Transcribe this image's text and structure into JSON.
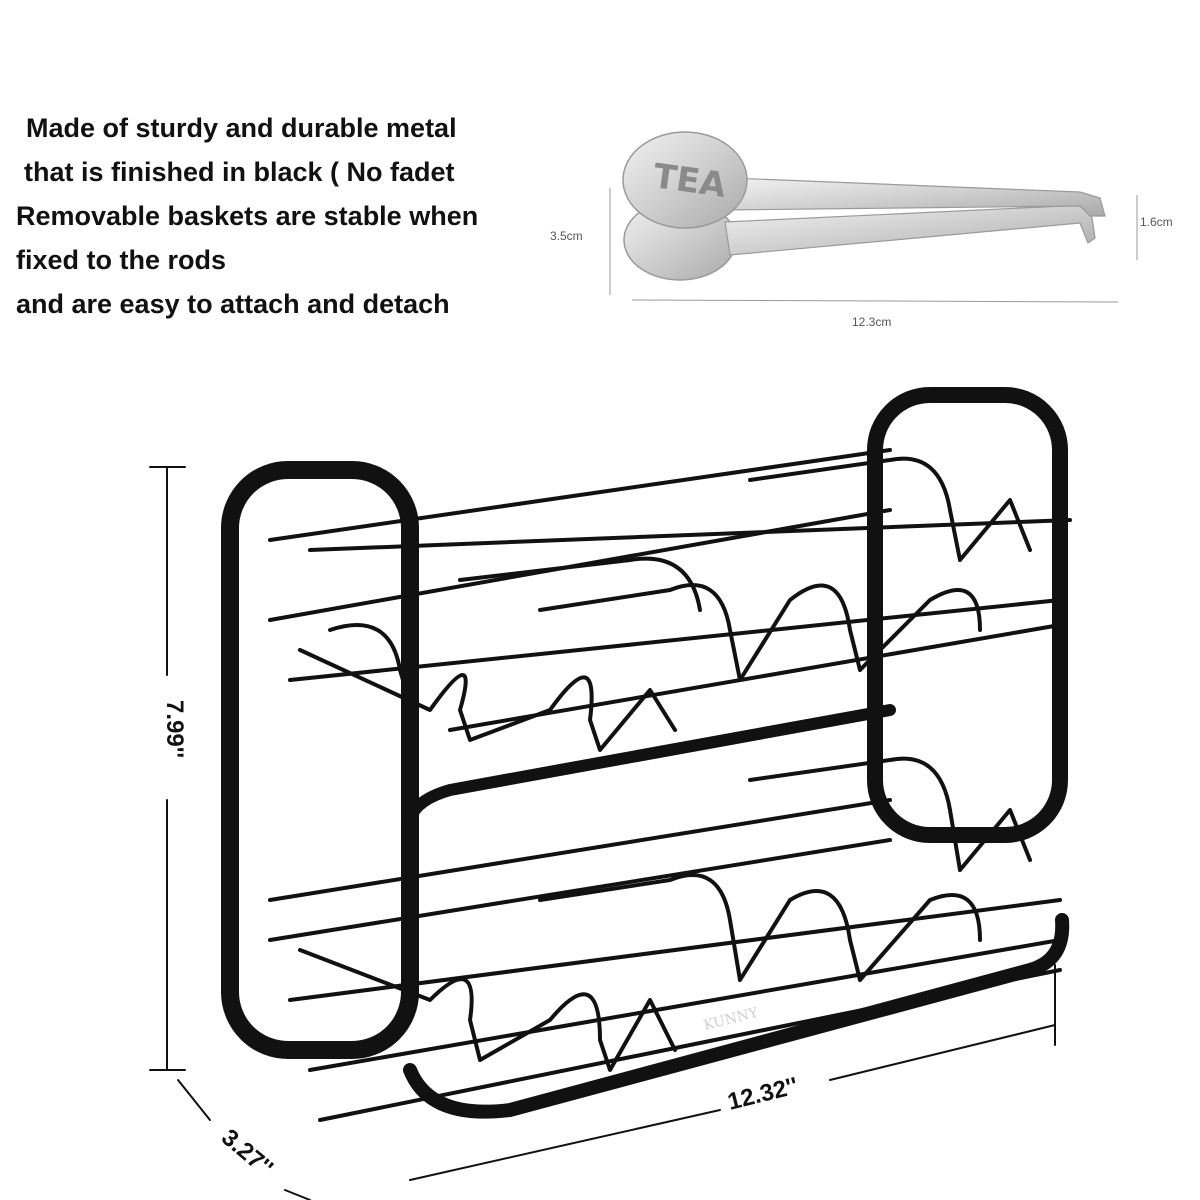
{
  "description": {
    "lines": [
      "Made of sturdy and durable metal",
      "that is finished in black ( No fadet",
      "Removable baskets are stable when",
      "fixed to the rods",
      "and are easy to attach and detach"
    ]
  },
  "tongs": {
    "engraving": "TEA",
    "height_label": "3.5cm",
    "tip_label": "1.6cm",
    "length_label": "12.3cm"
  },
  "rack": {
    "brand": "KUNNY",
    "height_label": "7.99''",
    "width_label": "12.32''",
    "depth_label": "3.27''",
    "color": "#111111"
  }
}
